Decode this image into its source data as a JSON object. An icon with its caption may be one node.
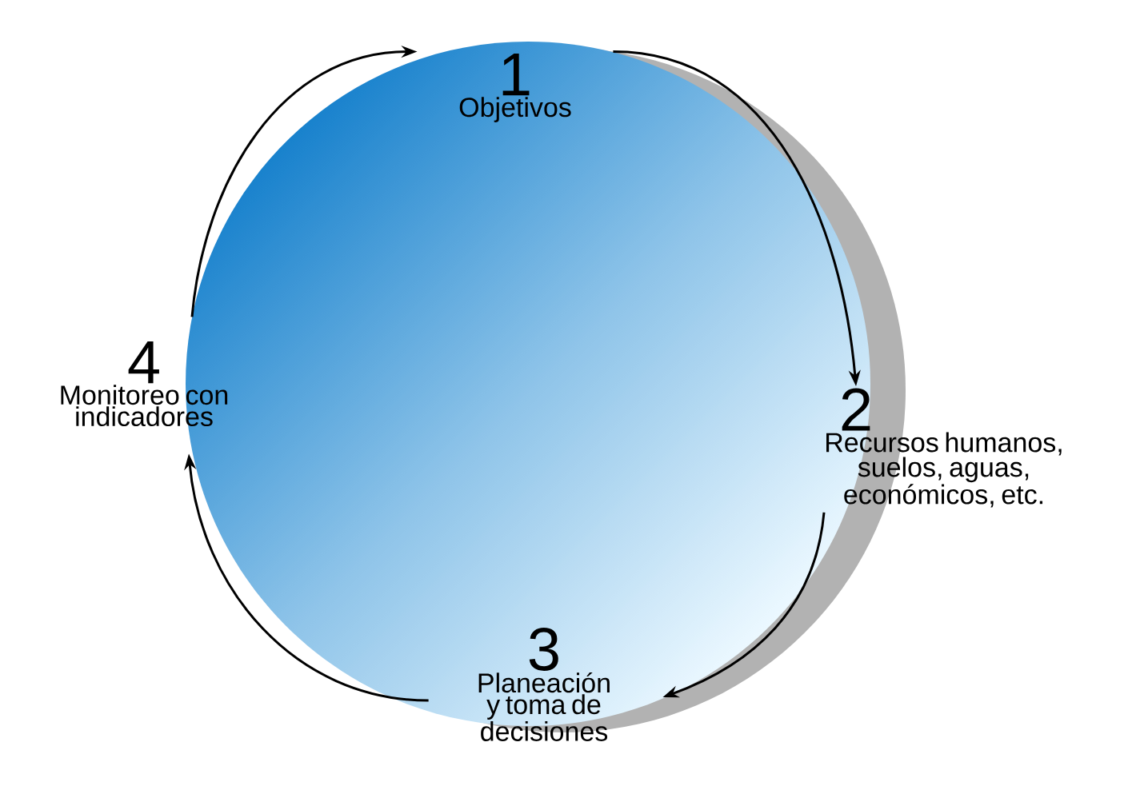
{
  "diagram": {
    "nodes": [
      {
        "text": [
          "1",
          "Objetivos"
        ]
      },
      {
        "text": [
          "2",
          "Recursos humanos, suelos, aguas, económicos, etc."
        ]
      },
      {
        "text": [
          "3",
          "Planeación y toma de decisiones"
        ]
      },
      {
        "text": [
          "4",
          "Monitoreo con indicadores"
        ]
      }
    ],
    "edges": [
      {
        "from": 0,
        "to": 1,
        "arrow": "to"
      },
      {
        "from": 1,
        "to": 2,
        "arrow": "to"
      },
      {
        "from": 2,
        "to": 3,
        "arrow": "to"
      },
      {
        "from": 3,
        "to": 0,
        "arrow": "to"
      }
    ]
  }
}
